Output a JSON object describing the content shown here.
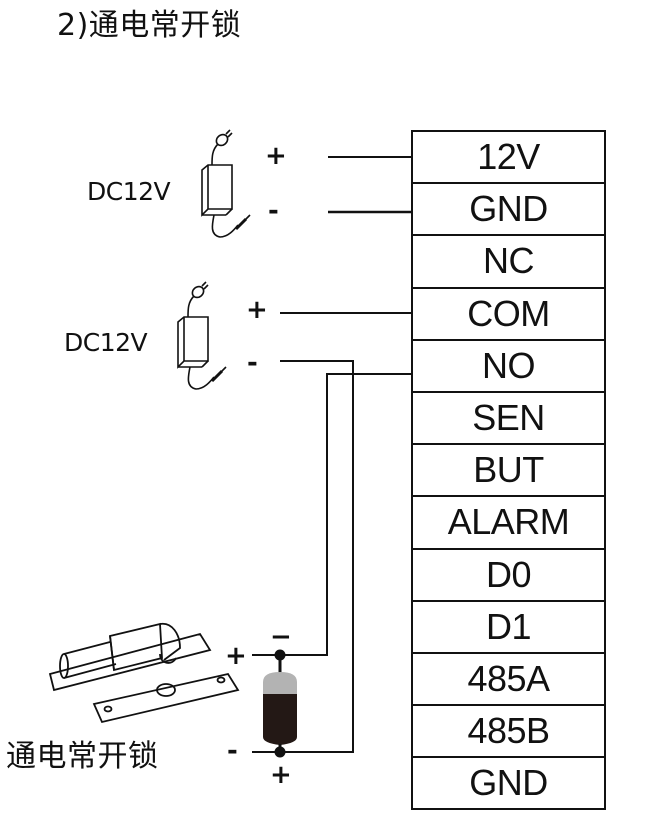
{
  "title": "2)通电常开锁",
  "terminal_block": {
    "rows": [
      "12V",
      "GND",
      "NC",
      "COM",
      "NO",
      "SEN",
      "BUT",
      "ALARM",
      "D0",
      "D1",
      "485A",
      "485B",
      "GND"
    ]
  },
  "power_adapter_1": {
    "label": "DC12V",
    "plus": "+",
    "minus": "-",
    "icon": "power-adapter-icon"
  },
  "power_adapter_2": {
    "label": "DC12V",
    "plus": "+",
    "minus": "-",
    "icon": "power-adapter-icon"
  },
  "lock": {
    "label": "通电常开锁",
    "icon": "electric-bolt-lock-icon",
    "plus_left": "+",
    "minus_left": "-",
    "diode_top": "−",
    "diode_bottom": "+",
    "diode_icon": "diode-icon"
  },
  "colors": {
    "line": "#111111",
    "diode_cap": "#b3b3b3",
    "diode_body": "#231815"
  }
}
